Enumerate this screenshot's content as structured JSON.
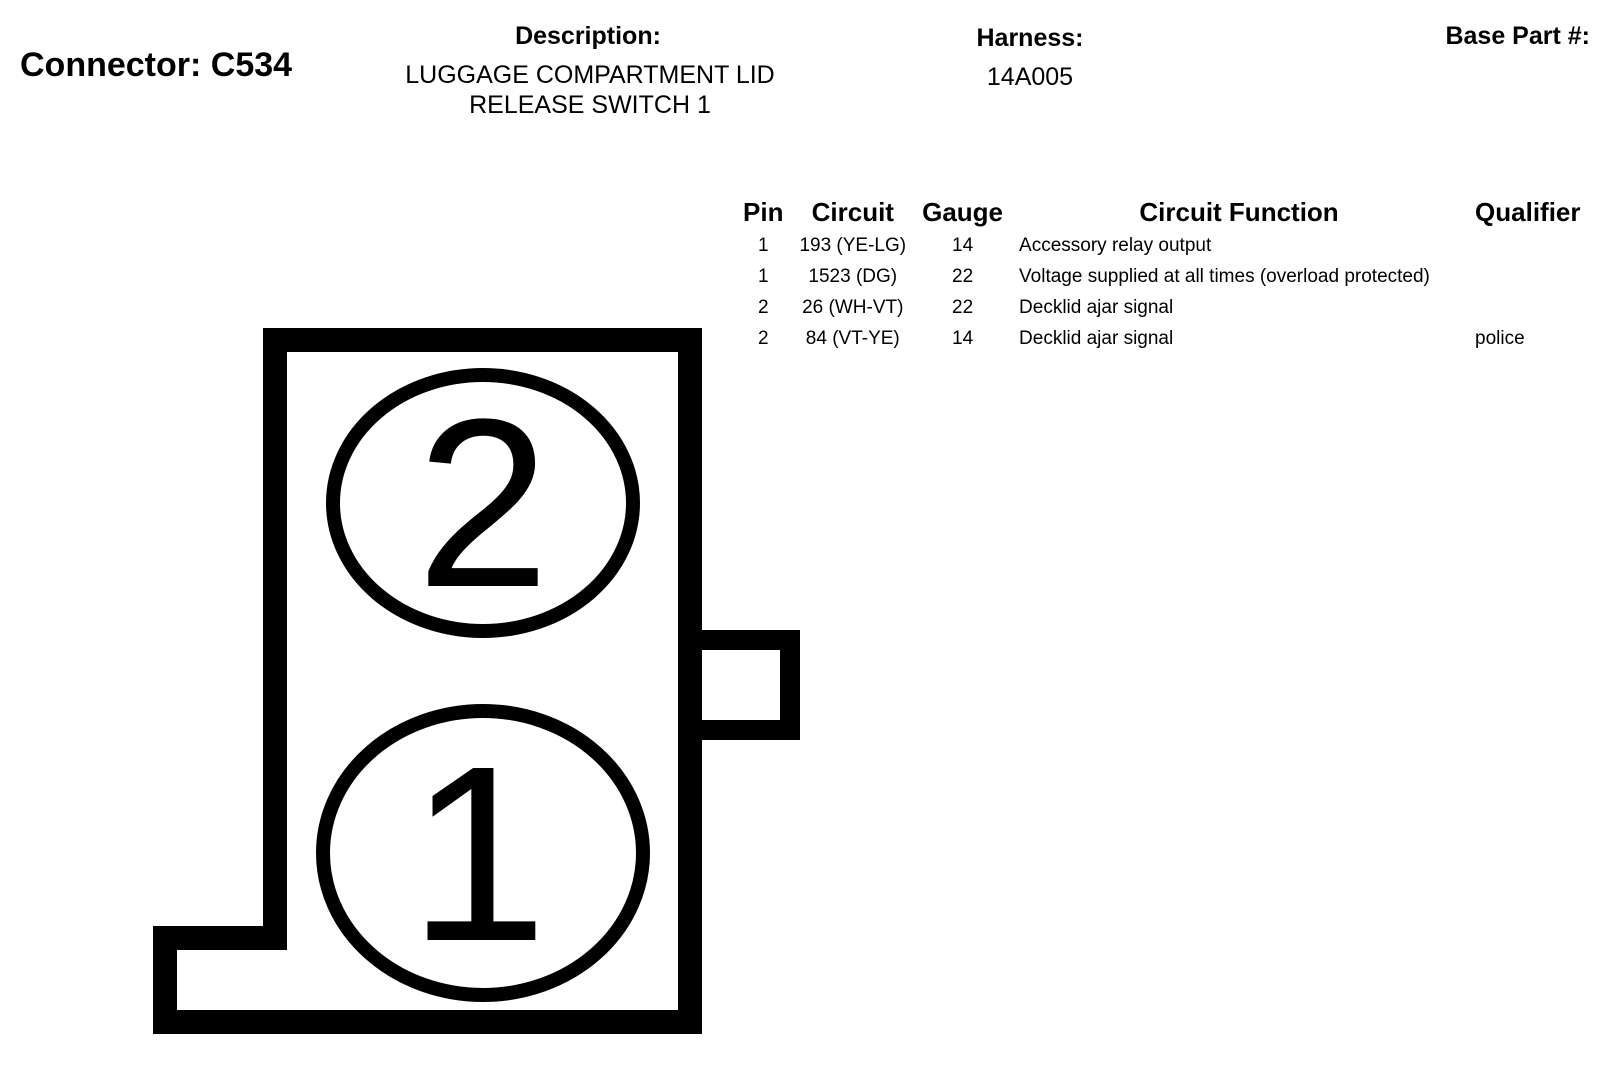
{
  "connector": {
    "label": "Connector: C534"
  },
  "description": {
    "label": "Description:",
    "line1": "LUGGAGE COMPARTMENT LID",
    "line2": "RELEASE SWITCH 1"
  },
  "harness": {
    "label": "Harness:",
    "value": "14A005"
  },
  "base_part": {
    "label": "Base Part #:"
  },
  "table": {
    "headers": {
      "pin": "Pin",
      "circuit": "Circuit",
      "gauge": "Gauge",
      "function": "Circuit Function",
      "qualifier": "Qualifier"
    },
    "rows": [
      {
        "pin": "1",
        "circuit": "193 (YE-LG)",
        "gauge": "14",
        "function": "Accessory relay output",
        "qualifier": ""
      },
      {
        "pin": "1",
        "circuit": "1523 (DG)",
        "gauge": "22",
        "function": "Voltage supplied at all times (overload protected)",
        "qualifier": ""
      },
      {
        "pin": "2",
        "circuit": "26 (WH-VT)",
        "gauge": "22",
        "function": "Decklid ajar signal",
        "qualifier": ""
      },
      {
        "pin": "2",
        "circuit": "84 (VT-YE)",
        "gauge": "14",
        "function": "Decklid ajar signal",
        "qualifier": "police"
      }
    ]
  },
  "diagram": {
    "pin_top": "2",
    "pin_bottom": "1"
  }
}
